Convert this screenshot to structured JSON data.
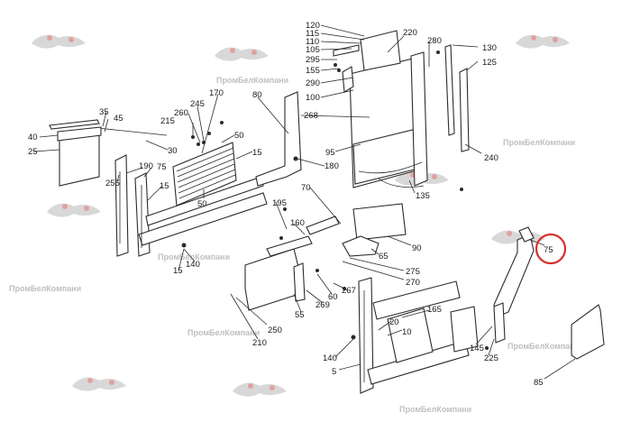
{
  "watermark": {
    "text": "ПромБелКомпани"
  },
  "highlight": {
    "label": "75",
    "color": "#d9302c"
  },
  "labels": [
    "120",
    "115",
    "110",
    "105",
    "295",
    "155",
    "290",
    "100",
    "220",
    "280",
    "130",
    "125",
    "170",
    "80",
    "260",
    "245",
    "215",
    "35",
    "45",
    "40",
    "25",
    "30",
    "50",
    "15",
    "190",
    "75",
    "255",
    "15",
    "50",
    "268",
    "95",
    "180",
    "135",
    "240",
    "195",
    "70",
    "160",
    "90",
    "65",
    "275",
    "270",
    "267",
    "60",
    "55",
    "269",
    "250",
    "210",
    "140",
    "15",
    "165",
    "20",
    "10",
    "145",
    "225",
    "140",
    "5",
    "85"
  ]
}
